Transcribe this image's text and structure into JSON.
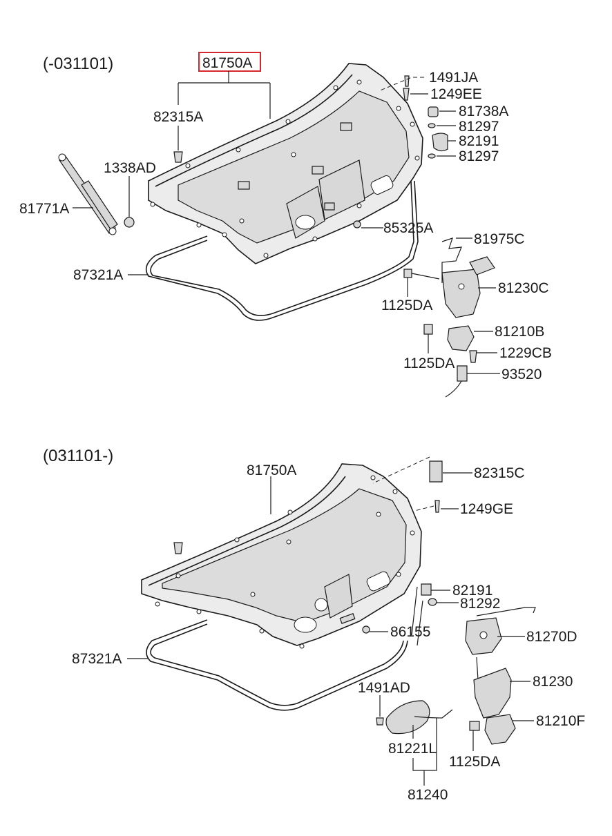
{
  "top": {
    "range": "(-031101)",
    "highlighted": "81750A",
    "labels": {
      "l82315A": "82315A",
      "l1338AD": "1338AD",
      "l81771A": "81771A",
      "l87321A": "87321A",
      "l1491JA": "1491JA",
      "l1249EE": "1249EE",
      "l81738A": "81738A",
      "l81297a": "81297",
      "l82191": "82191",
      "l81297b": "81297",
      "l85325A": "85325A",
      "l81975C": "81975C",
      "l81230C": "81230C",
      "l1125DAa": "1125DA",
      "l81210B": "81210B",
      "l1125DAb": "1125DA",
      "l1229CB": "1229CB",
      "l93520": "93520"
    }
  },
  "bottom": {
    "range": "(031101-)",
    "labels": {
      "l81750A": "81750A",
      "l82315C": "82315C",
      "l1249GE": "1249GE",
      "l82191": "82191",
      "l81292": "81292",
      "l86155": "86155",
      "l81270D": "81270D",
      "l87321A": "87321A",
      "l81230": "81230",
      "l1491AD": "1491AD",
      "l81210F": "81210F",
      "l81221L": "81221L",
      "l1125DA": "1125DA",
      "l81240": "81240"
    }
  }
}
